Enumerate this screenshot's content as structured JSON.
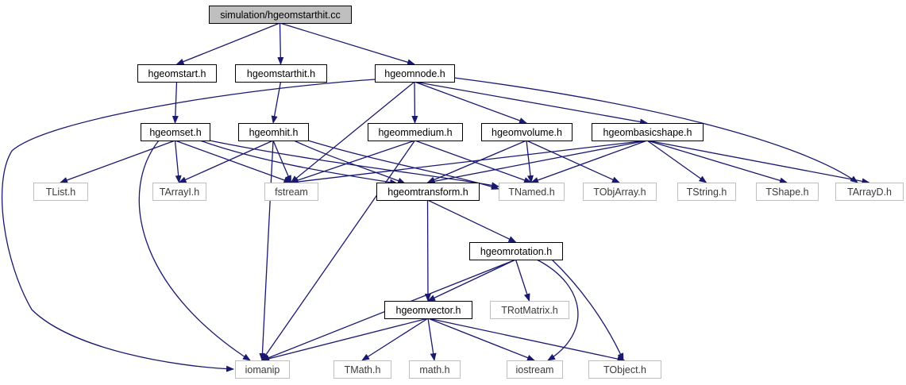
{
  "diagram": {
    "type": "include-dependency-graph",
    "colors": {
      "edge": "#191970",
      "root_fill": "#bfbfbf",
      "project_border": "#000000",
      "external_border": "#bfbfbf",
      "external_text": "#3a3a3a"
    },
    "nodes": [
      {
        "id": "root",
        "label": "simulation/hgeomstarthit.cc",
        "kind": "root"
      },
      {
        "id": "hgeomstart",
        "label": "hgeomstart.h",
        "kind": "project"
      },
      {
        "id": "hgeomstarthit",
        "label": "hgeomstarthit.h",
        "kind": "project"
      },
      {
        "id": "hgeomnode",
        "label": "hgeomnode.h",
        "kind": "project"
      },
      {
        "id": "hgeomset",
        "label": "hgeomset.h",
        "kind": "project"
      },
      {
        "id": "hgeomhit",
        "label": "hgeomhit.h",
        "kind": "project"
      },
      {
        "id": "hgeommedium",
        "label": "hgeommedium.h",
        "kind": "project"
      },
      {
        "id": "hgeomvolume",
        "label": "hgeomvolume.h",
        "kind": "project"
      },
      {
        "id": "hgeombasicshape",
        "label": "hgeombasicshape.h",
        "kind": "project"
      },
      {
        "id": "TList",
        "label": "TList.h",
        "kind": "external"
      },
      {
        "id": "TArrayI",
        "label": "TArrayI.h",
        "kind": "external"
      },
      {
        "id": "fstream",
        "label": "fstream",
        "kind": "external"
      },
      {
        "id": "hgeomtransform",
        "label": "hgeomtransform.h",
        "kind": "project"
      },
      {
        "id": "TNamed",
        "label": "TNamed.h",
        "kind": "external"
      },
      {
        "id": "TObjArray",
        "label": "TObjArray.h",
        "kind": "external"
      },
      {
        "id": "TString",
        "label": "TString.h",
        "kind": "external"
      },
      {
        "id": "TShape",
        "label": "TShape.h",
        "kind": "external"
      },
      {
        "id": "TArrayD",
        "label": "TArrayD.h",
        "kind": "external"
      },
      {
        "id": "hgeomrotation",
        "label": "hgeomrotation.h",
        "kind": "project"
      },
      {
        "id": "hgeomvector",
        "label": "hgeomvector.h",
        "kind": "project"
      },
      {
        "id": "TRotMatrix",
        "label": "TRotMatrix.h",
        "kind": "external"
      },
      {
        "id": "iomanip",
        "label": "iomanip",
        "kind": "external"
      },
      {
        "id": "TMath",
        "label": "TMath.h",
        "kind": "external"
      },
      {
        "id": "math",
        "label": "math.h",
        "kind": "external"
      },
      {
        "id": "iostream",
        "label": "iostream",
        "kind": "external"
      },
      {
        "id": "TObject",
        "label": "TObject.h",
        "kind": "external"
      }
    ],
    "edges": [
      {
        "from": "root",
        "to": "hgeomstart"
      },
      {
        "from": "root",
        "to": "hgeomstarthit"
      },
      {
        "from": "root",
        "to": "hgeomnode"
      },
      {
        "from": "hgeomstart",
        "to": "hgeomset"
      },
      {
        "from": "hgeomstarthit",
        "to": "hgeomhit"
      },
      {
        "from": "hgeomnode",
        "to": "iomanip"
      },
      {
        "from": "hgeomnode",
        "to": "fstream"
      },
      {
        "from": "hgeomnode",
        "to": "hgeommedium"
      },
      {
        "from": "hgeomnode",
        "to": "hgeomvolume"
      },
      {
        "from": "hgeomnode",
        "to": "hgeombasicshape"
      },
      {
        "from": "hgeomnode",
        "to": "TArrayD"
      },
      {
        "from": "hgeomset",
        "to": "TList"
      },
      {
        "from": "hgeomset",
        "to": "TArrayI"
      },
      {
        "from": "hgeomset",
        "to": "fstream"
      },
      {
        "from": "hgeomset",
        "to": "iomanip"
      },
      {
        "from": "hgeomset",
        "to": "hgeomtransform"
      },
      {
        "from": "hgeomset",
        "to": "TNamed"
      },
      {
        "from": "hgeomhit",
        "to": "TArrayI"
      },
      {
        "from": "hgeomhit",
        "to": "fstream"
      },
      {
        "from": "hgeomhit",
        "to": "iomanip"
      },
      {
        "from": "hgeomhit",
        "to": "hgeomtransform"
      },
      {
        "from": "hgeomhit",
        "to": "TNamed"
      },
      {
        "from": "hgeommedium",
        "to": "fstream"
      },
      {
        "from": "hgeommedium",
        "to": "iomanip"
      },
      {
        "from": "hgeommedium",
        "to": "TNamed"
      },
      {
        "from": "hgeomvolume",
        "to": "hgeomtransform"
      },
      {
        "from": "hgeomvolume",
        "to": "TNamed"
      },
      {
        "from": "hgeomvolume",
        "to": "TObjArray"
      },
      {
        "from": "hgeombasicshape",
        "to": "fstream"
      },
      {
        "from": "hgeombasicshape",
        "to": "hgeomtransform"
      },
      {
        "from": "hgeombasicshape",
        "to": "TNamed"
      },
      {
        "from": "hgeombasicshape",
        "to": "TString"
      },
      {
        "from": "hgeombasicshape",
        "to": "TShape"
      },
      {
        "from": "hgeombasicshape",
        "to": "TArrayD"
      },
      {
        "from": "hgeomtransform",
        "to": "hgeomrotation"
      },
      {
        "from": "hgeomtransform",
        "to": "hgeomvector"
      },
      {
        "from": "hgeomrotation",
        "to": "hgeomvector"
      },
      {
        "from": "hgeomrotation",
        "to": "iomanip"
      },
      {
        "from": "hgeomrotation",
        "to": "TRotMatrix"
      },
      {
        "from": "hgeomrotation",
        "to": "iostream"
      },
      {
        "from": "hgeomrotation",
        "to": "TObject"
      },
      {
        "from": "hgeomvector",
        "to": "iomanip"
      },
      {
        "from": "hgeomvector",
        "to": "TMath"
      },
      {
        "from": "hgeomvector",
        "to": "math"
      },
      {
        "from": "hgeomvector",
        "to": "iostream"
      },
      {
        "from": "hgeomvector",
        "to": "TObject"
      }
    ]
  }
}
